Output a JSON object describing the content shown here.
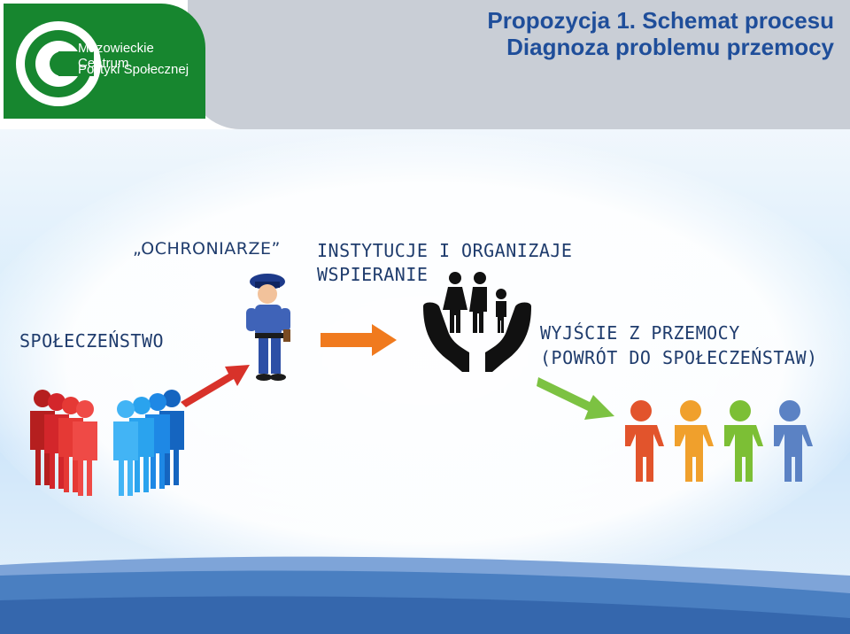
{
  "header": {
    "title_line1": "Propozycja 1. Schemat procesu",
    "title_line2": "Diagnoza problemu przemocy"
  },
  "logo": {
    "line1": "Mazowieckie Centrum",
    "line2": "Polityki Społecznej",
    "color": "#17862f"
  },
  "labels": {
    "ochroniarze": "„OCHRONIARZE”",
    "instytucje_line1": "INSTYTUCJE I ORGANIZAJE",
    "instytucje_line2": "WSPIERANIE",
    "spoleczenstwo": "SPOŁECZEŃSTWO",
    "wyjscie_line1": "WYJŚCIE Z PRZEMOCY",
    "wyjscie_line2": "(POWRÓT DO SPOŁECZEŃSTAW)"
  },
  "icons": {
    "society_group": "people-group-icon",
    "guard": "police-officer-icon",
    "support": "family-in-hands-icon",
    "exit_group": "people-row-icon"
  },
  "colors": {
    "title": "#1f4e9a",
    "label": "#1f3c6d",
    "arrow_red": "#d8322a",
    "arrow_orange": "#f07a1e",
    "arrow_green": "#7cc242",
    "footer_blue": "#4a7fc1"
  }
}
